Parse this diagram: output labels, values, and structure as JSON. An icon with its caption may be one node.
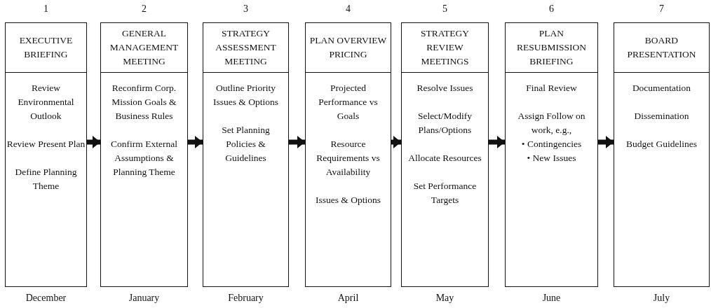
{
  "diagram": {
    "nodes": [
      {
        "text": [
          "EXECUTIVE BRIEFING",
          "Review Environmental Outlook",
          "Review Present Plan",
          "Define Planning Theme"
        ],
        "beside": [
          "1",
          "December"
        ]
      },
      {
        "text": [
          "GENERAL MANAGEMENT MEETING",
          "Reconfirm Corp. Mission Goals & Business Rules",
          "Confirm External Assumptions & Planning Theme"
        ],
        "beside": [
          "2",
          "January"
        ]
      },
      {
        "text": [
          "STRATEGY ASSESSMENT MEETING",
          "Outline Priority Issues & Options",
          "Set Planning Policies & Guidelines"
        ],
        "beside": [
          "3",
          "February"
        ]
      },
      {
        "text": [
          "PLAN OVERVIEW PRICING",
          "Projected Performance vs Goals",
          "Resource Requirements vs Availability",
          "Issues & Options"
        ],
        "beside": [
          "4",
          "April"
        ]
      },
      {
        "text": [
          "STRATEGY REVIEW MEETINGS",
          "Resolve Issues",
          "Select/Modify Plans/Options",
          "Allocate Resources",
          "Set Performance Targets"
        ],
        "beside": [
          "5",
          "May"
        ]
      },
      {
        "text": [
          "PLAN RESUBMISSION BRIEFING",
          "Final Review",
          "Assign Follow on work, e.g.,",
          "• Contingencies",
          "• New Issues"
        ],
        "beside": [
          "6",
          "June"
        ]
      },
      {
        "text": [
          "BOARD PRESENTATION",
          "Documentation",
          "Dissemination",
          "Budget Guidelines"
        ],
        "beside": [
          "7",
          "July"
        ]
      }
    ],
    "edges": [
      {
        "from": 0,
        "to": 1,
        "arrow": "to"
      },
      {
        "from": 1,
        "to": 2,
        "arrow": "to"
      },
      {
        "from": 2,
        "to": 3,
        "arrow": "to"
      },
      {
        "from": 3,
        "to": 4,
        "arrow": "to"
      },
      {
        "from": 4,
        "to": 5,
        "arrow": "to"
      },
      {
        "from": 5,
        "to": 6,
        "arrow": "to"
      }
    ]
  }
}
